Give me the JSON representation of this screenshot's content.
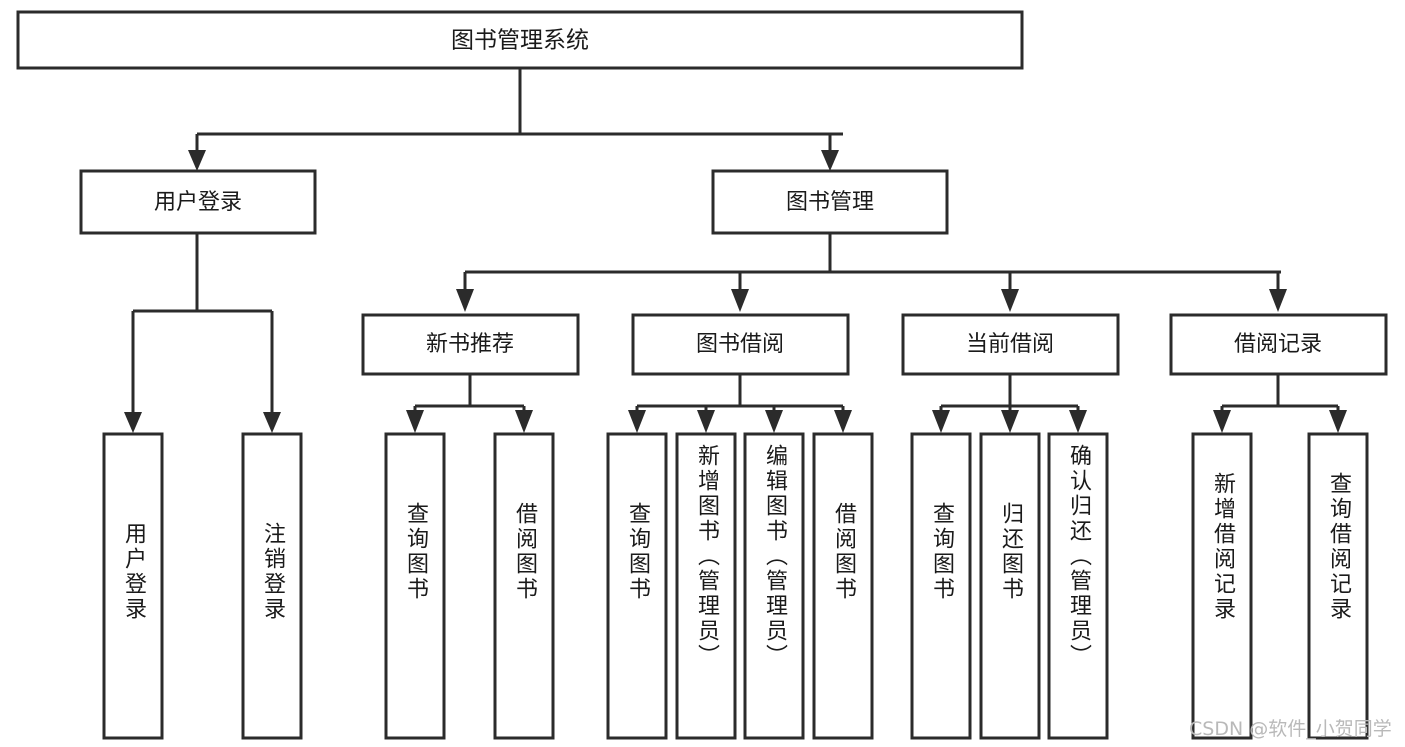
{
  "diagram": {
    "title": "图书管理系统",
    "type": "hierarchy-tree",
    "watermark": "CSDN @软件_小贺同学",
    "colors": {
      "box_stroke": "#2b2b2b",
      "box_fill": "#ffffff",
      "text": "#1a1a1a",
      "background": "#ffffff",
      "watermark": "#b9b9b9"
    },
    "levels": {
      "root": {
        "label": "图书管理系统"
      },
      "level2": [
        {
          "label": "用户登录"
        },
        {
          "label": "图书管理"
        }
      ],
      "level3": [
        {
          "label": "新书推荐"
        },
        {
          "label": "图书借阅"
        },
        {
          "label": "当前借阅"
        },
        {
          "label": "借阅记录"
        }
      ]
    },
    "leaves": {
      "user_login": [
        {
          "label": "用户登录"
        },
        {
          "label": "注销登录"
        }
      ],
      "new_book_recommend": [
        {
          "label": "查询图书"
        },
        {
          "label": "借阅图书"
        }
      ],
      "book_borrow": [
        {
          "label": "查询图书"
        },
        {
          "label": "新增图书（管理员）"
        },
        {
          "label": "编辑图书（管理员）"
        },
        {
          "label": "借阅图书"
        }
      ],
      "current_borrow": [
        {
          "label": "查询图书"
        },
        {
          "label": "归还图书"
        },
        {
          "label": "确认归还（管理员）"
        }
      ],
      "borrow_record": [
        {
          "label": "新增借阅记录"
        },
        {
          "label": "查询借阅记录"
        }
      ]
    }
  }
}
